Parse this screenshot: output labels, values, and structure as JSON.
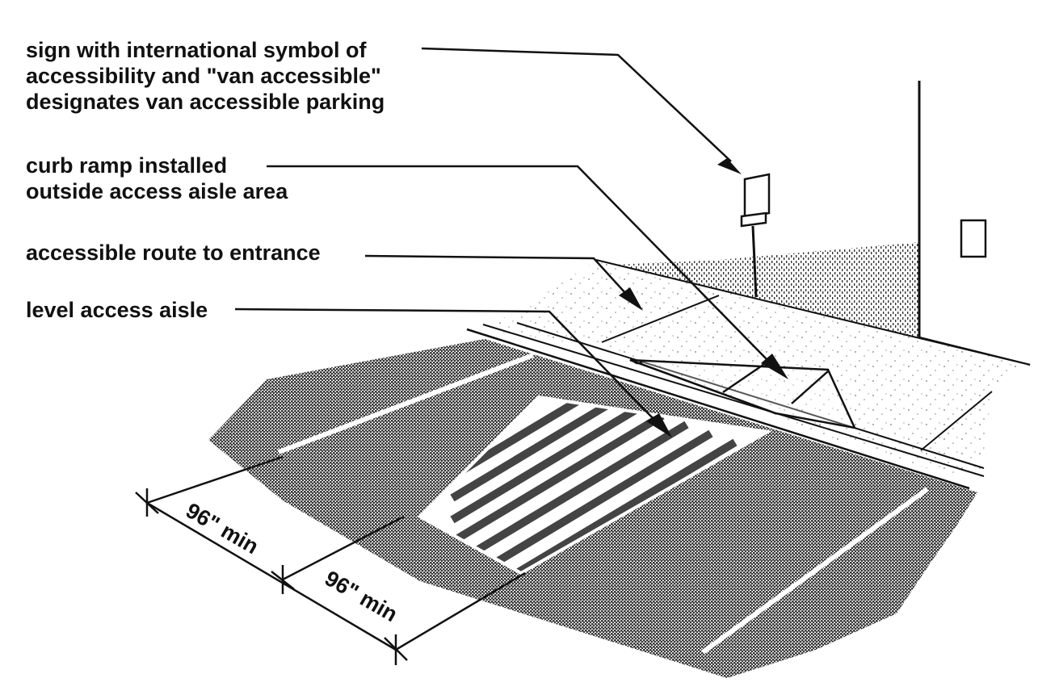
{
  "callouts": {
    "sign": [
      "sign with international symbol of",
      "accessibility and \"van accessible\"",
      "designates van accessible parking"
    ],
    "curb_ramp": [
      "curb ramp installed",
      "outside access aisle area"
    ],
    "route": "accessible route to entrance",
    "aisle": "level access aisle"
  },
  "dimensions": {
    "stall_width": "96\" min",
    "aisle_width": "96\" min"
  }
}
